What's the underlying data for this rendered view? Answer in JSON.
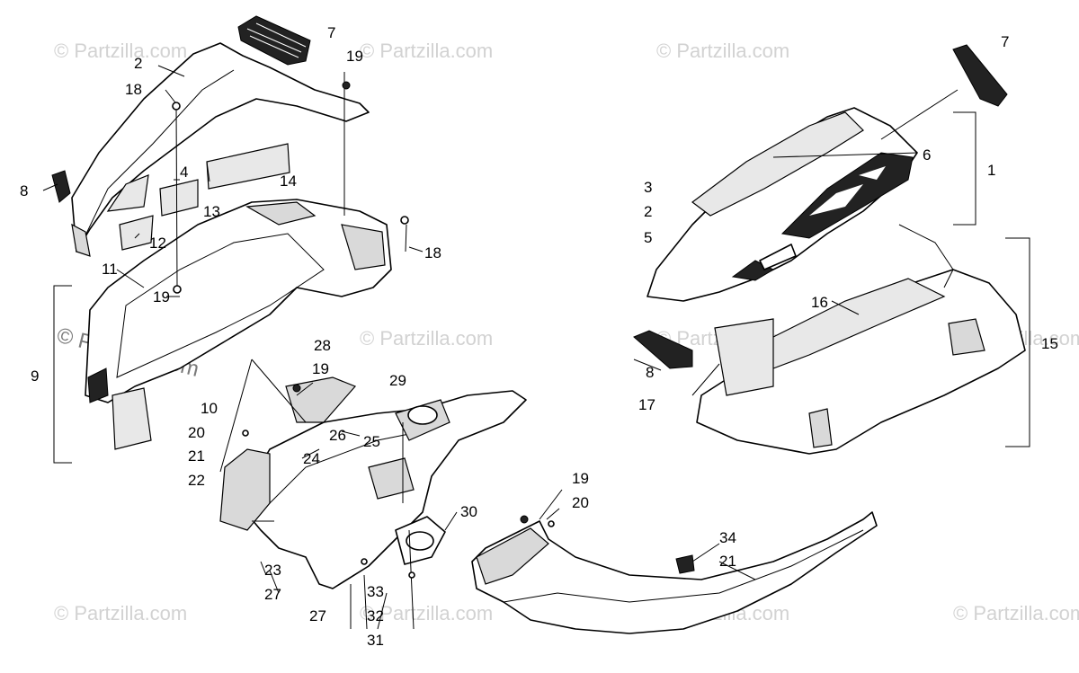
{
  "watermark": {
    "text": "© Partzilla.com",
    "overlay_text": "© Partzilla.com"
  },
  "callouts": [
    {
      "text": "1"
    },
    {
      "text": "2"
    },
    {
      "text": "3"
    },
    {
      "text": "5"
    },
    {
      "text": "6"
    },
    {
      "text": "7"
    },
    {
      "text": "8"
    },
    {
      "text": "15"
    },
    {
      "text": "16"
    },
    {
      "text": "17"
    },
    {
      "text": "2"
    },
    {
      "text": "4"
    },
    {
      "text": "7"
    },
    {
      "text": "8"
    },
    {
      "text": "9"
    },
    {
      "text": "10"
    },
    {
      "text": "11"
    },
    {
      "text": "12"
    },
    {
      "text": "13"
    },
    {
      "text": "14"
    },
    {
      "text": "18"
    },
    {
      "text": "18"
    },
    {
      "text": "19"
    },
    {
      "text": "19"
    },
    {
      "text": "19"
    },
    {
      "text": "20"
    },
    {
      "text": "21"
    },
    {
      "text": "22"
    },
    {
      "text": "23"
    },
    {
      "text": "24"
    },
    {
      "text": "25"
    },
    {
      "text": "26"
    },
    {
      "text": "27"
    },
    {
      "text": "27"
    },
    {
      "text": "28"
    },
    {
      "text": "29"
    },
    {
      "text": "30"
    },
    {
      "text": "31"
    },
    {
      "text": "32"
    },
    {
      "text": "33"
    },
    {
      "text": "19"
    },
    {
      "text": "20"
    },
    {
      "text": "34"
    },
    {
      "text": "21"
    }
  ]
}
